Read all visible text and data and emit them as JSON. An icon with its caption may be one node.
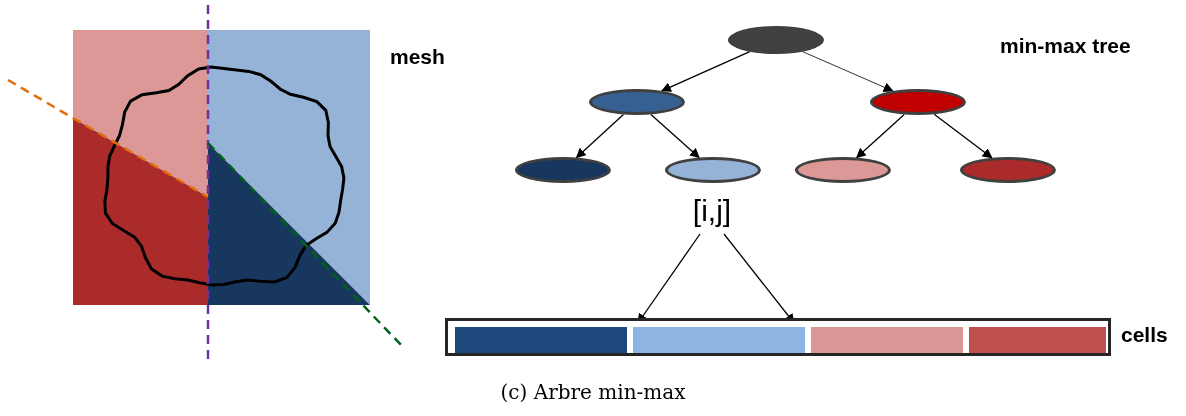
{
  "diagram": {
    "caption": "(c) Arbre min-max",
    "nodes": [
      {
        "text": [],
        "shape": "ellipse"
      },
      {
        "text": [],
        "shape": "ellipse"
      },
      {
        "text": [],
        "shape": "ellipse"
      },
      {
        "text": [],
        "shape": "ellipse"
      },
      {
        "text": [],
        "shape": "ellipse"
      },
      {
        "text": [],
        "shape": "ellipse"
      },
      {
        "text": [],
        "shape": "ellipse"
      },
      {
        "text": [
          "[i,j]"
        ]
      },
      {
        "text": [],
        "shape": "bar",
        "beside": [
          "cells"
        ]
      },
      {
        "text": [],
        "shape": "box",
        "in": 8
      },
      {
        "text": [],
        "shape": "box",
        "in": 8
      },
      {
        "text": [],
        "shape": "box",
        "in": 8
      },
      {
        "text": [],
        "shape": "box",
        "in": 8
      }
    ],
    "edges": [
      {
        "from": 0,
        "to": 1,
        "arrow": "to"
      },
      {
        "from": 0,
        "to": 2,
        "arrow": "to"
      },
      {
        "from": 1,
        "to": 3,
        "arrow": "to"
      },
      {
        "from": 1,
        "to": 4,
        "arrow": "to"
      },
      {
        "from": 2,
        "to": 5,
        "arrow": "to"
      },
      {
        "from": 2,
        "to": 6,
        "arrow": "to"
      },
      {
        "from": 7,
        "to": 10,
        "arrow": "to"
      },
      {
        "from": 7,
        "to": 10,
        "arrow": "to"
      }
    ],
    "labels": [
      "mesh",
      "min-max tree"
    ]
  }
}
